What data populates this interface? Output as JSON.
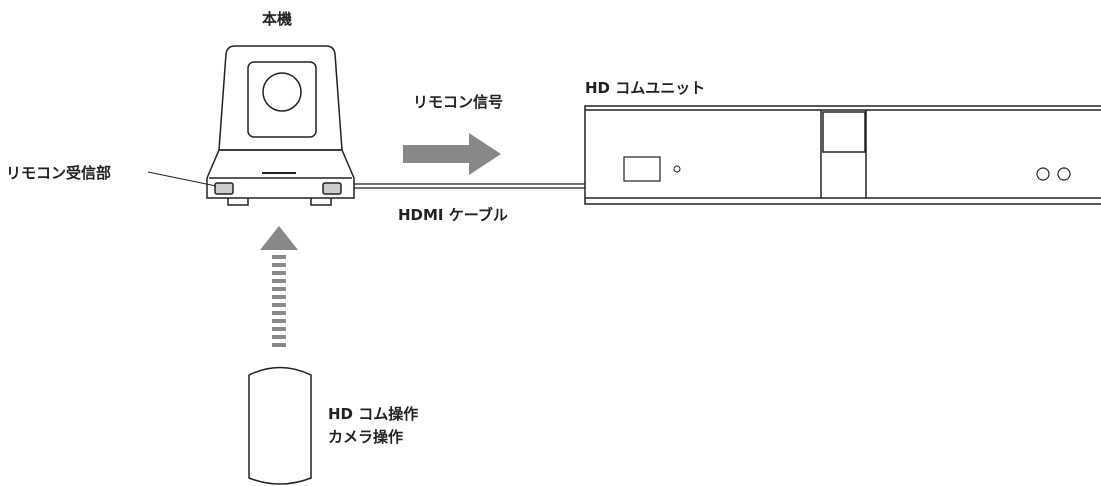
{
  "labels": {
    "main_unit": "本機",
    "remote_receiver": "リモコン受信部",
    "remote_signal": "リモコン信号",
    "hd_unit": "HD コムユニット",
    "hdmi_cable": "HDMI ケーブル",
    "remote_line1": "HD コム操作",
    "remote_line2": "カメラ操作"
  },
  "colors": {
    "line": "#222222",
    "arrow": "#888888",
    "indicator": "#cccccc"
  }
}
